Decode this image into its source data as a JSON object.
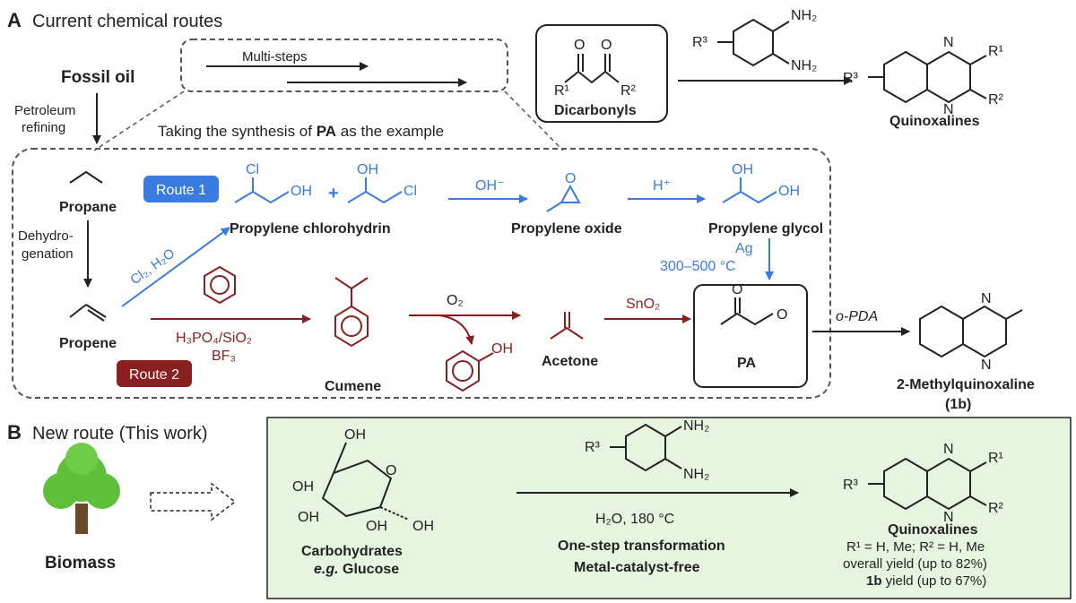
{
  "panel_a": {
    "letter": "A",
    "title": "Current chemical routes",
    "fossil_oil": "Fossil oil",
    "multi_steps": "Multi-steps",
    "petroleum_refining": [
      "Petroleum",
      "refining"
    ],
    "pa_example": [
      "Taking the synthesis of ",
      "PA",
      " as the example"
    ],
    "dicarbonyls": "Dicarbonyls",
    "quinoxalines": "Quinoxalines",
    "amine_label": "NH₂",
    "r1": "R¹",
    "r2": "R²",
    "r3": "R³",
    "n": "N",
    "propane": "Propane",
    "dehydrogenation": [
      "Dehydro-",
      "genation"
    ],
    "propene": "Propene",
    "route1": "Route 1",
    "route2": "Route 2",
    "cl2_h2o": "Cl₂, H₂O",
    "cl": "Cl",
    "oh": "OH",
    "o": "O",
    "plus": "+",
    "propylene_chlorohydrin": "Propylene chlorohydrin",
    "oh_minus": "OH⁻",
    "propylene_oxide": "Propylene oxide",
    "h_plus": "H⁺",
    "propylene_glycol": "Propylene glycol",
    "ag": "Ag",
    "temp_range": "300–500 °C",
    "h3po4_sio2": "H₃PO₄/SiO₂",
    "bf3": "BF₃",
    "cumene": "Cumene",
    "o2": "O₂",
    "acetone": "Acetone",
    "sno2": "SnO₂",
    "pa": "PA",
    "opda": "o-PDA",
    "methylquinoxaline": "2-Methylquinoxaline",
    "compound_id": "(1b)"
  },
  "panel_b": {
    "letter": "B",
    "title": "New route (This work)",
    "biomass": "Biomass",
    "carbohydrates": "Carbohydrates",
    "eg_glucose": [
      "e.g.",
      " Glucose"
    ],
    "conditions": "H₂O, 180 °C",
    "one_step": "One-step transformation",
    "metal_free": "Metal-catalyst-free",
    "quinoxalines": "Quinoxalines",
    "substituents": "R¹ = H, Me; R² = H, Me",
    "overall_yield": "overall yield (up to 82%)",
    "yield_1b": [
      "1b",
      " yield (up to 67%)"
    ]
  },
  "colors": {
    "route1": "#3a7be0",
    "route2": "#8a1f1f",
    "panel_b_bg": "#e6f5e0",
    "tree_green": "#5fbf3a",
    "tree_trunk": "#6b4a2b"
  }
}
